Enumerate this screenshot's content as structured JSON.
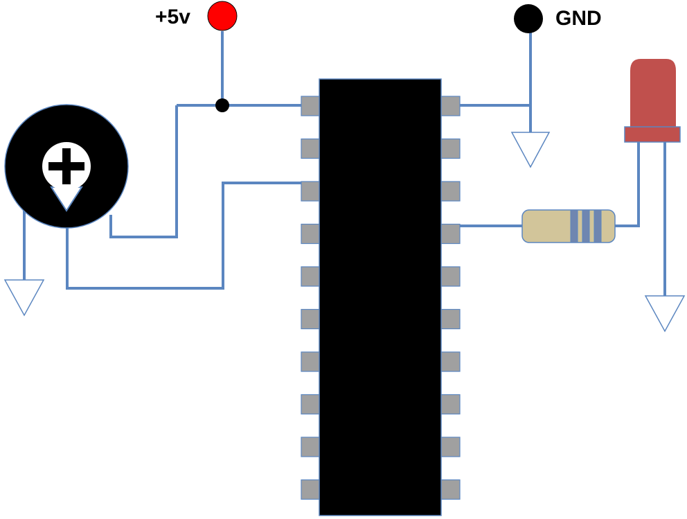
{
  "labels": {
    "power": "+5v",
    "ground": "GND"
  },
  "colors": {
    "wire": "#5b86c0",
    "power_dot": "#ff0000",
    "ground_dot": "#000000",
    "chip_body": "#000000",
    "chip_pin": "#a0a0a0",
    "led_body": "#c0504d",
    "resistor_body": "#d2c59a",
    "potentiometer_body": "#000000",
    "ground_symbol_fill": "#ffffff"
  },
  "components": {
    "ic": {
      "pins_per_side": 10
    },
    "potentiometer": {
      "knob_icon": "plus-icon"
    },
    "resistor": {
      "bands": 3
    },
    "led": {
      "shape": "led-icon"
    },
    "ground_symbols": 3
  }
}
